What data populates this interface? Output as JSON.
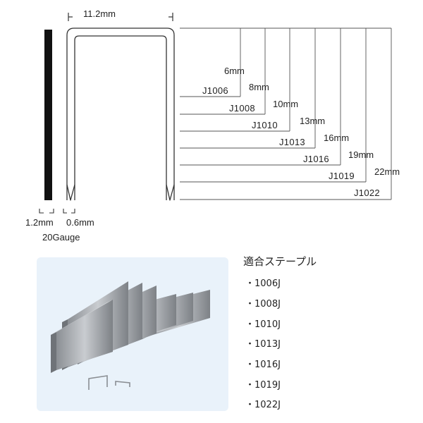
{
  "dimensions": {
    "width_label": "11.2mm",
    "wire_thickness_label": "1.2mm",
    "wire_width_label": "0.6mm",
    "gauge_label": "20Gauge"
  },
  "leg_lengths": [
    {
      "length": "6mm",
      "code": "J1006"
    },
    {
      "length": "8mm",
      "code": "J1008"
    },
    {
      "length": "10mm",
      "code": "J1010"
    },
    {
      "length": "13mm",
      "code": "J1013"
    },
    {
      "length": "16mm",
      "code": "J1016"
    },
    {
      "length": "19mm",
      "code": "J1019"
    },
    {
      "length": "22mm",
      "code": "J1022"
    }
  ],
  "compatible": {
    "title": "適合ステープル",
    "items": [
      "・1006J",
      "・1008J",
      "・1010J",
      "・1013J",
      "・1016J",
      "・1019J",
      "・1022J"
    ]
  }
}
